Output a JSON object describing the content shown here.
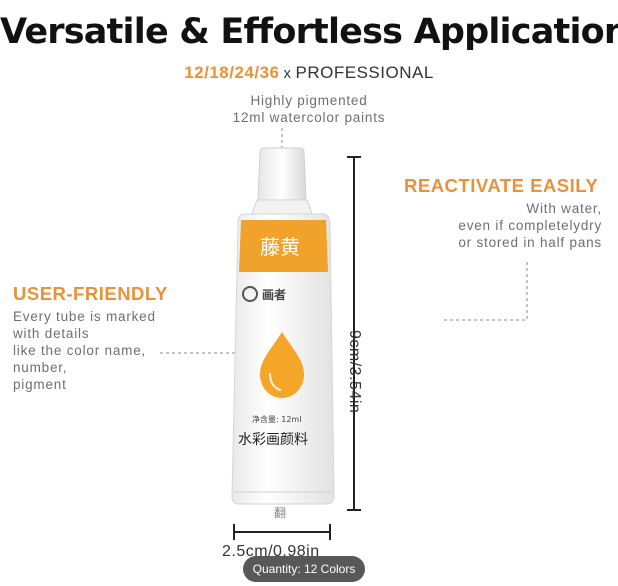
{
  "header": {
    "title": "Versatile & Effortless Application",
    "sizes": "12/18/24/36",
    "x": "x",
    "professional": "PROFESSIONAL"
  },
  "top_note": [
    "Highly pigmented",
    "12ml watercolor paints"
  ],
  "reactivate": {
    "heading": "REACTIVATE EASILY",
    "lines": [
      "With water,",
      "even if completelydry",
      "or stored in half pans"
    ]
  },
  "user_friendly": {
    "heading": "USER-FRIENDLY",
    "lines": [
      "Every tube is marked",
      "with details",
      "like the color name,",
      "number,",
      "pigment"
    ]
  },
  "dimensions": {
    "height_label": "9cm/3.54in",
    "width_label": "2.5cm/0.98in"
  },
  "tube": {
    "color_name": "藤黄",
    "brand": "画者",
    "net_content": "净含量: 12ml",
    "product_name": "水彩画颜料",
    "crimp_mark": "翻",
    "label_color": "#f0a22a",
    "drop_color": "#f4a629"
  },
  "quantity_badge": "Quantity: 12 Colors",
  "colors": {
    "accent": "#e8923a",
    "text_gray": "#6f6f6f"
  }
}
